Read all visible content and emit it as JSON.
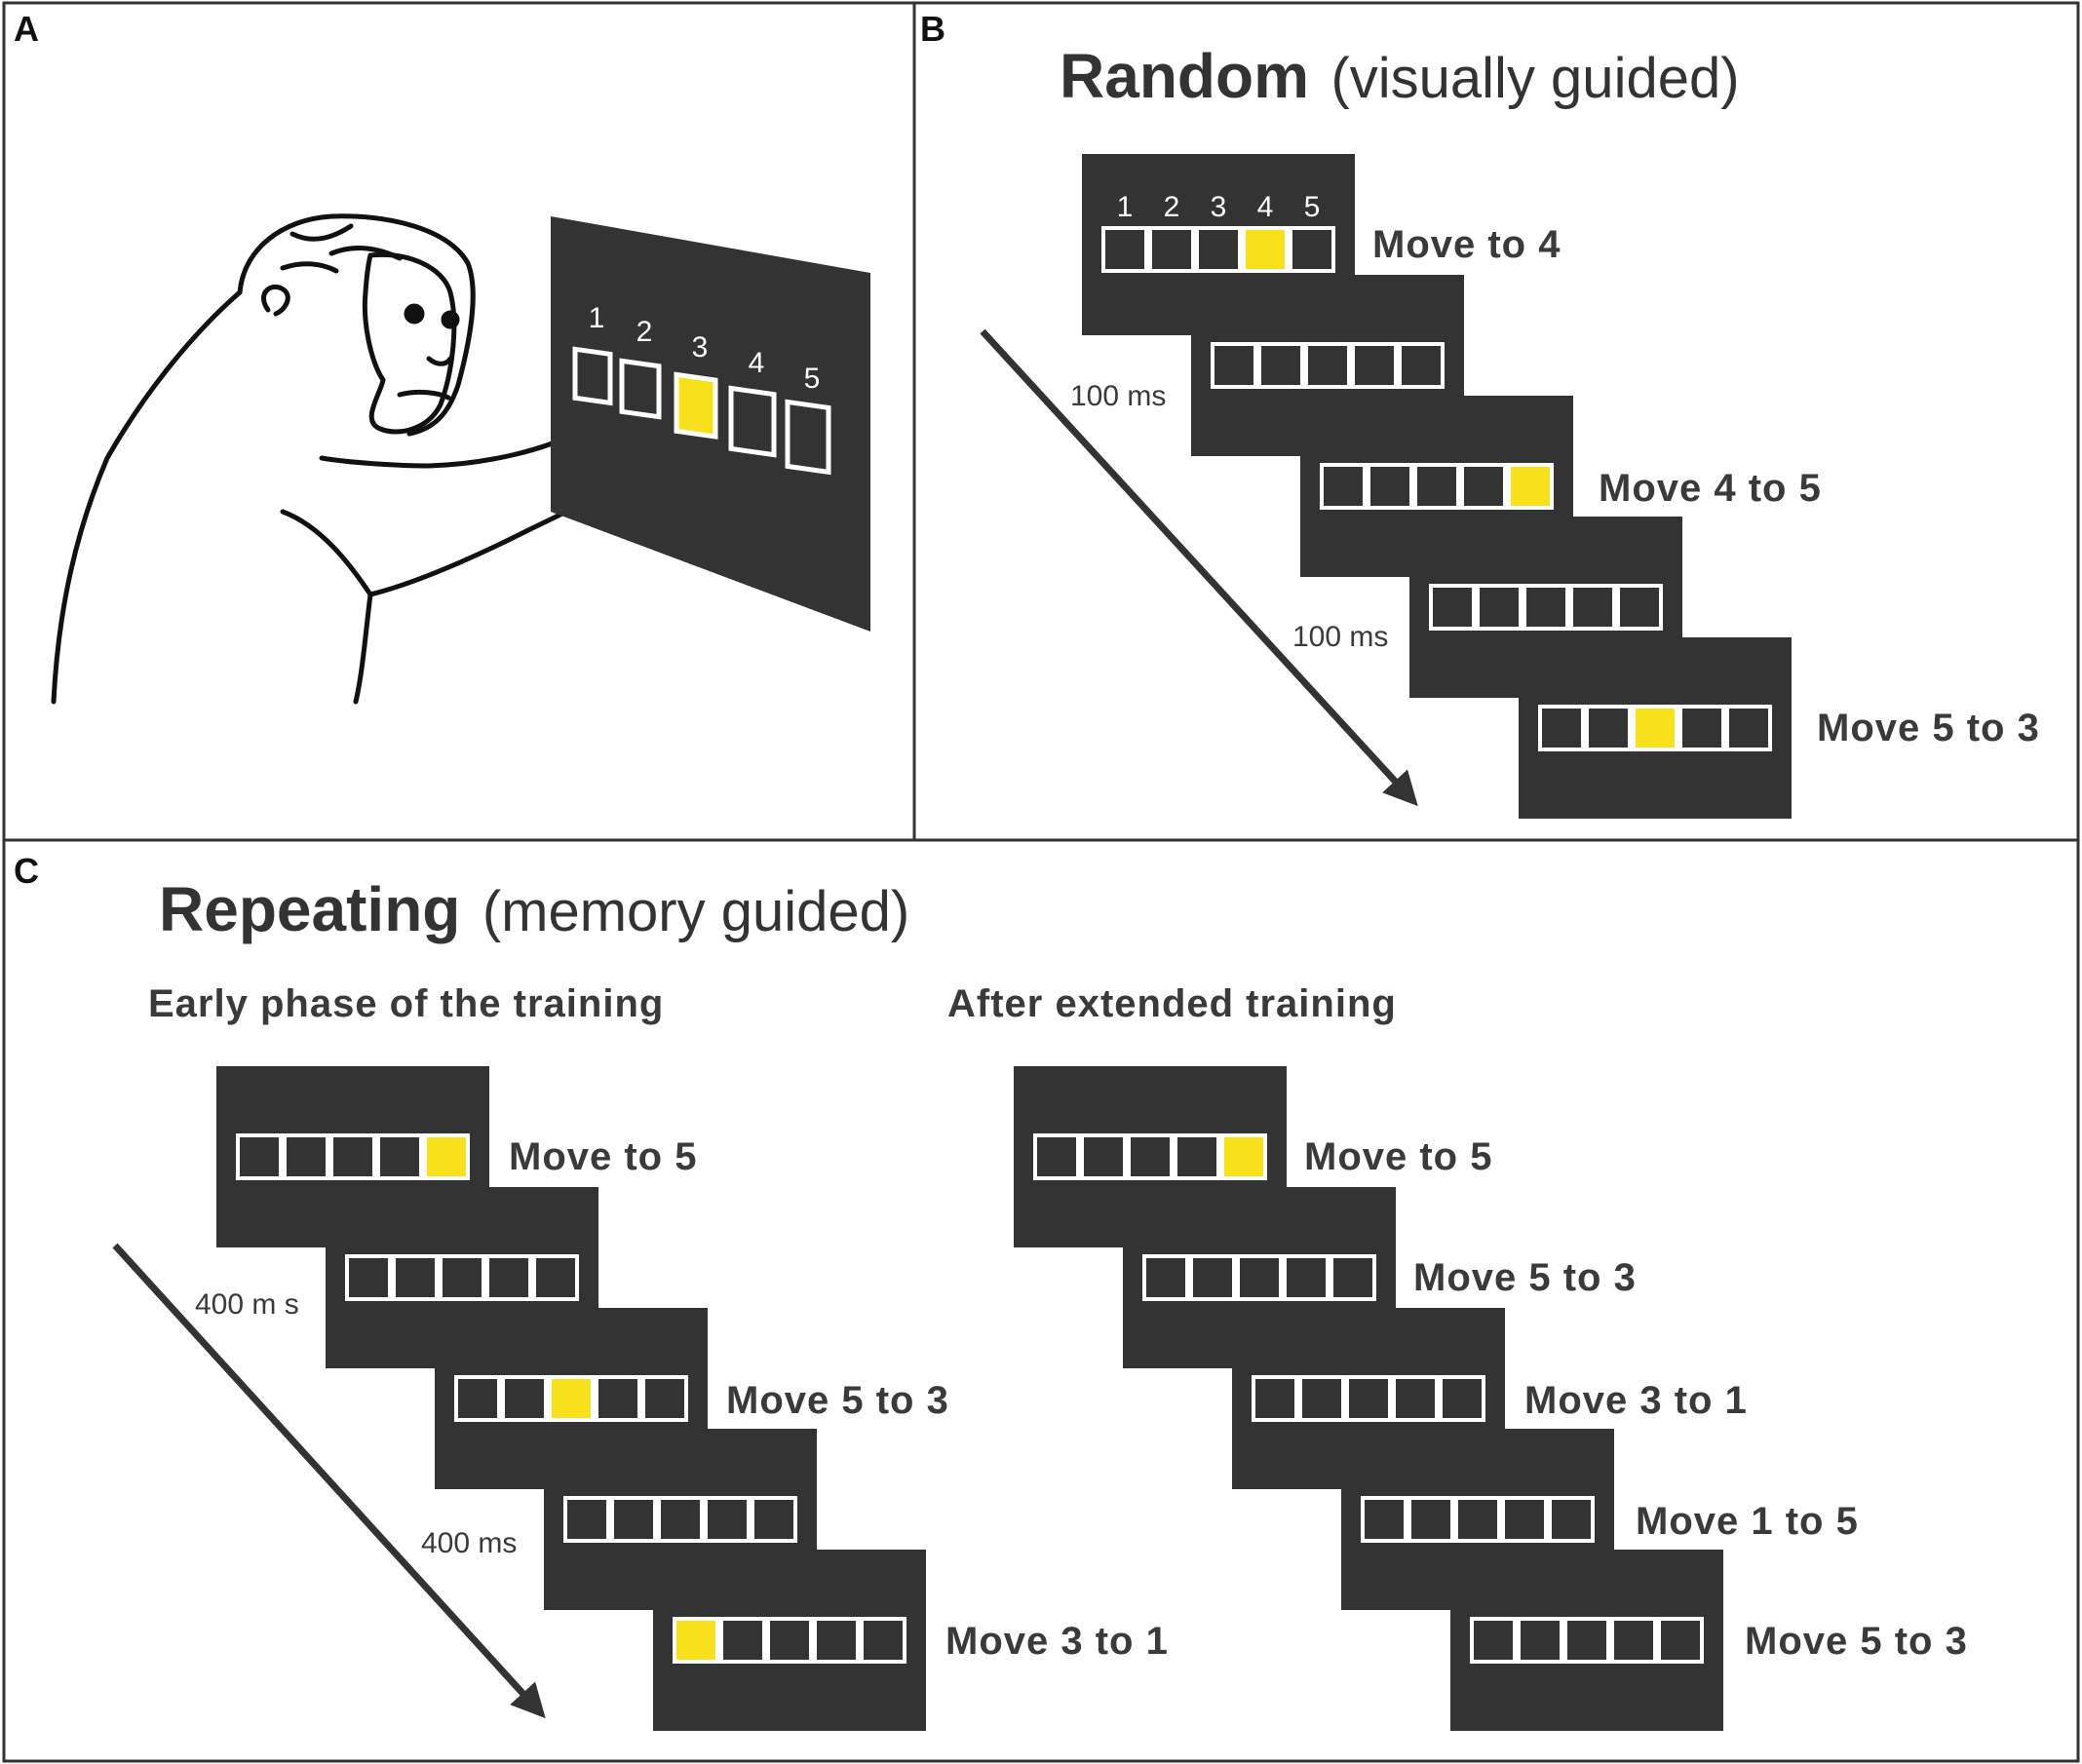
{
  "panels": {
    "a": {
      "label": "A",
      "screen_numbers": [
        "1",
        "2",
        "3",
        "4",
        "5"
      ],
      "highlighted_target": 3
    },
    "b": {
      "label": "B",
      "title_bold": "Random",
      "title_light": "(visually guided)",
      "screen_numbers": [
        "1",
        "2",
        "3",
        "4",
        "5"
      ],
      "screens": [
        {
          "lit": 4,
          "caption": "Move to 4"
        },
        {
          "lit": 0,
          "caption": ""
        },
        {
          "lit": 5,
          "caption": "Move 4 to 5"
        },
        {
          "lit": 0,
          "caption": ""
        },
        {
          "lit": 3,
          "caption": "Move 5 to 3"
        }
      ],
      "delays": [
        "100 ms",
        "100 ms"
      ]
    },
    "c": {
      "label": "C",
      "title_bold": "Repeating",
      "title_light": "(memory guided)",
      "early": {
        "heading": "Early phase of the training",
        "screens": [
          {
            "lit": 5,
            "caption": "Move to 5"
          },
          {
            "lit": 0,
            "caption": ""
          },
          {
            "lit": 3,
            "caption": "Move 5 to 3"
          },
          {
            "lit": 0,
            "caption": ""
          },
          {
            "lit": 1,
            "caption": "Move 3 to 1"
          }
        ],
        "delays": [
          "400 m s",
          "400 ms"
        ]
      },
      "extended": {
        "heading": "After extended training",
        "screens": [
          {
            "lit": 5,
            "caption": "Move to 5"
          },
          {
            "lit": 0,
            "caption": "Move 5 to 3"
          },
          {
            "lit": 0,
            "caption": "Move 3 to 1"
          },
          {
            "lit": 0,
            "caption": "Move 1 to 5"
          },
          {
            "lit": 0,
            "caption": "Move 5 to 3"
          }
        ]
      }
    }
  },
  "colors": {
    "screen": "#333333",
    "target_lit": "#f7e11a",
    "border": "#333333",
    "arrow": "#333333"
  }
}
